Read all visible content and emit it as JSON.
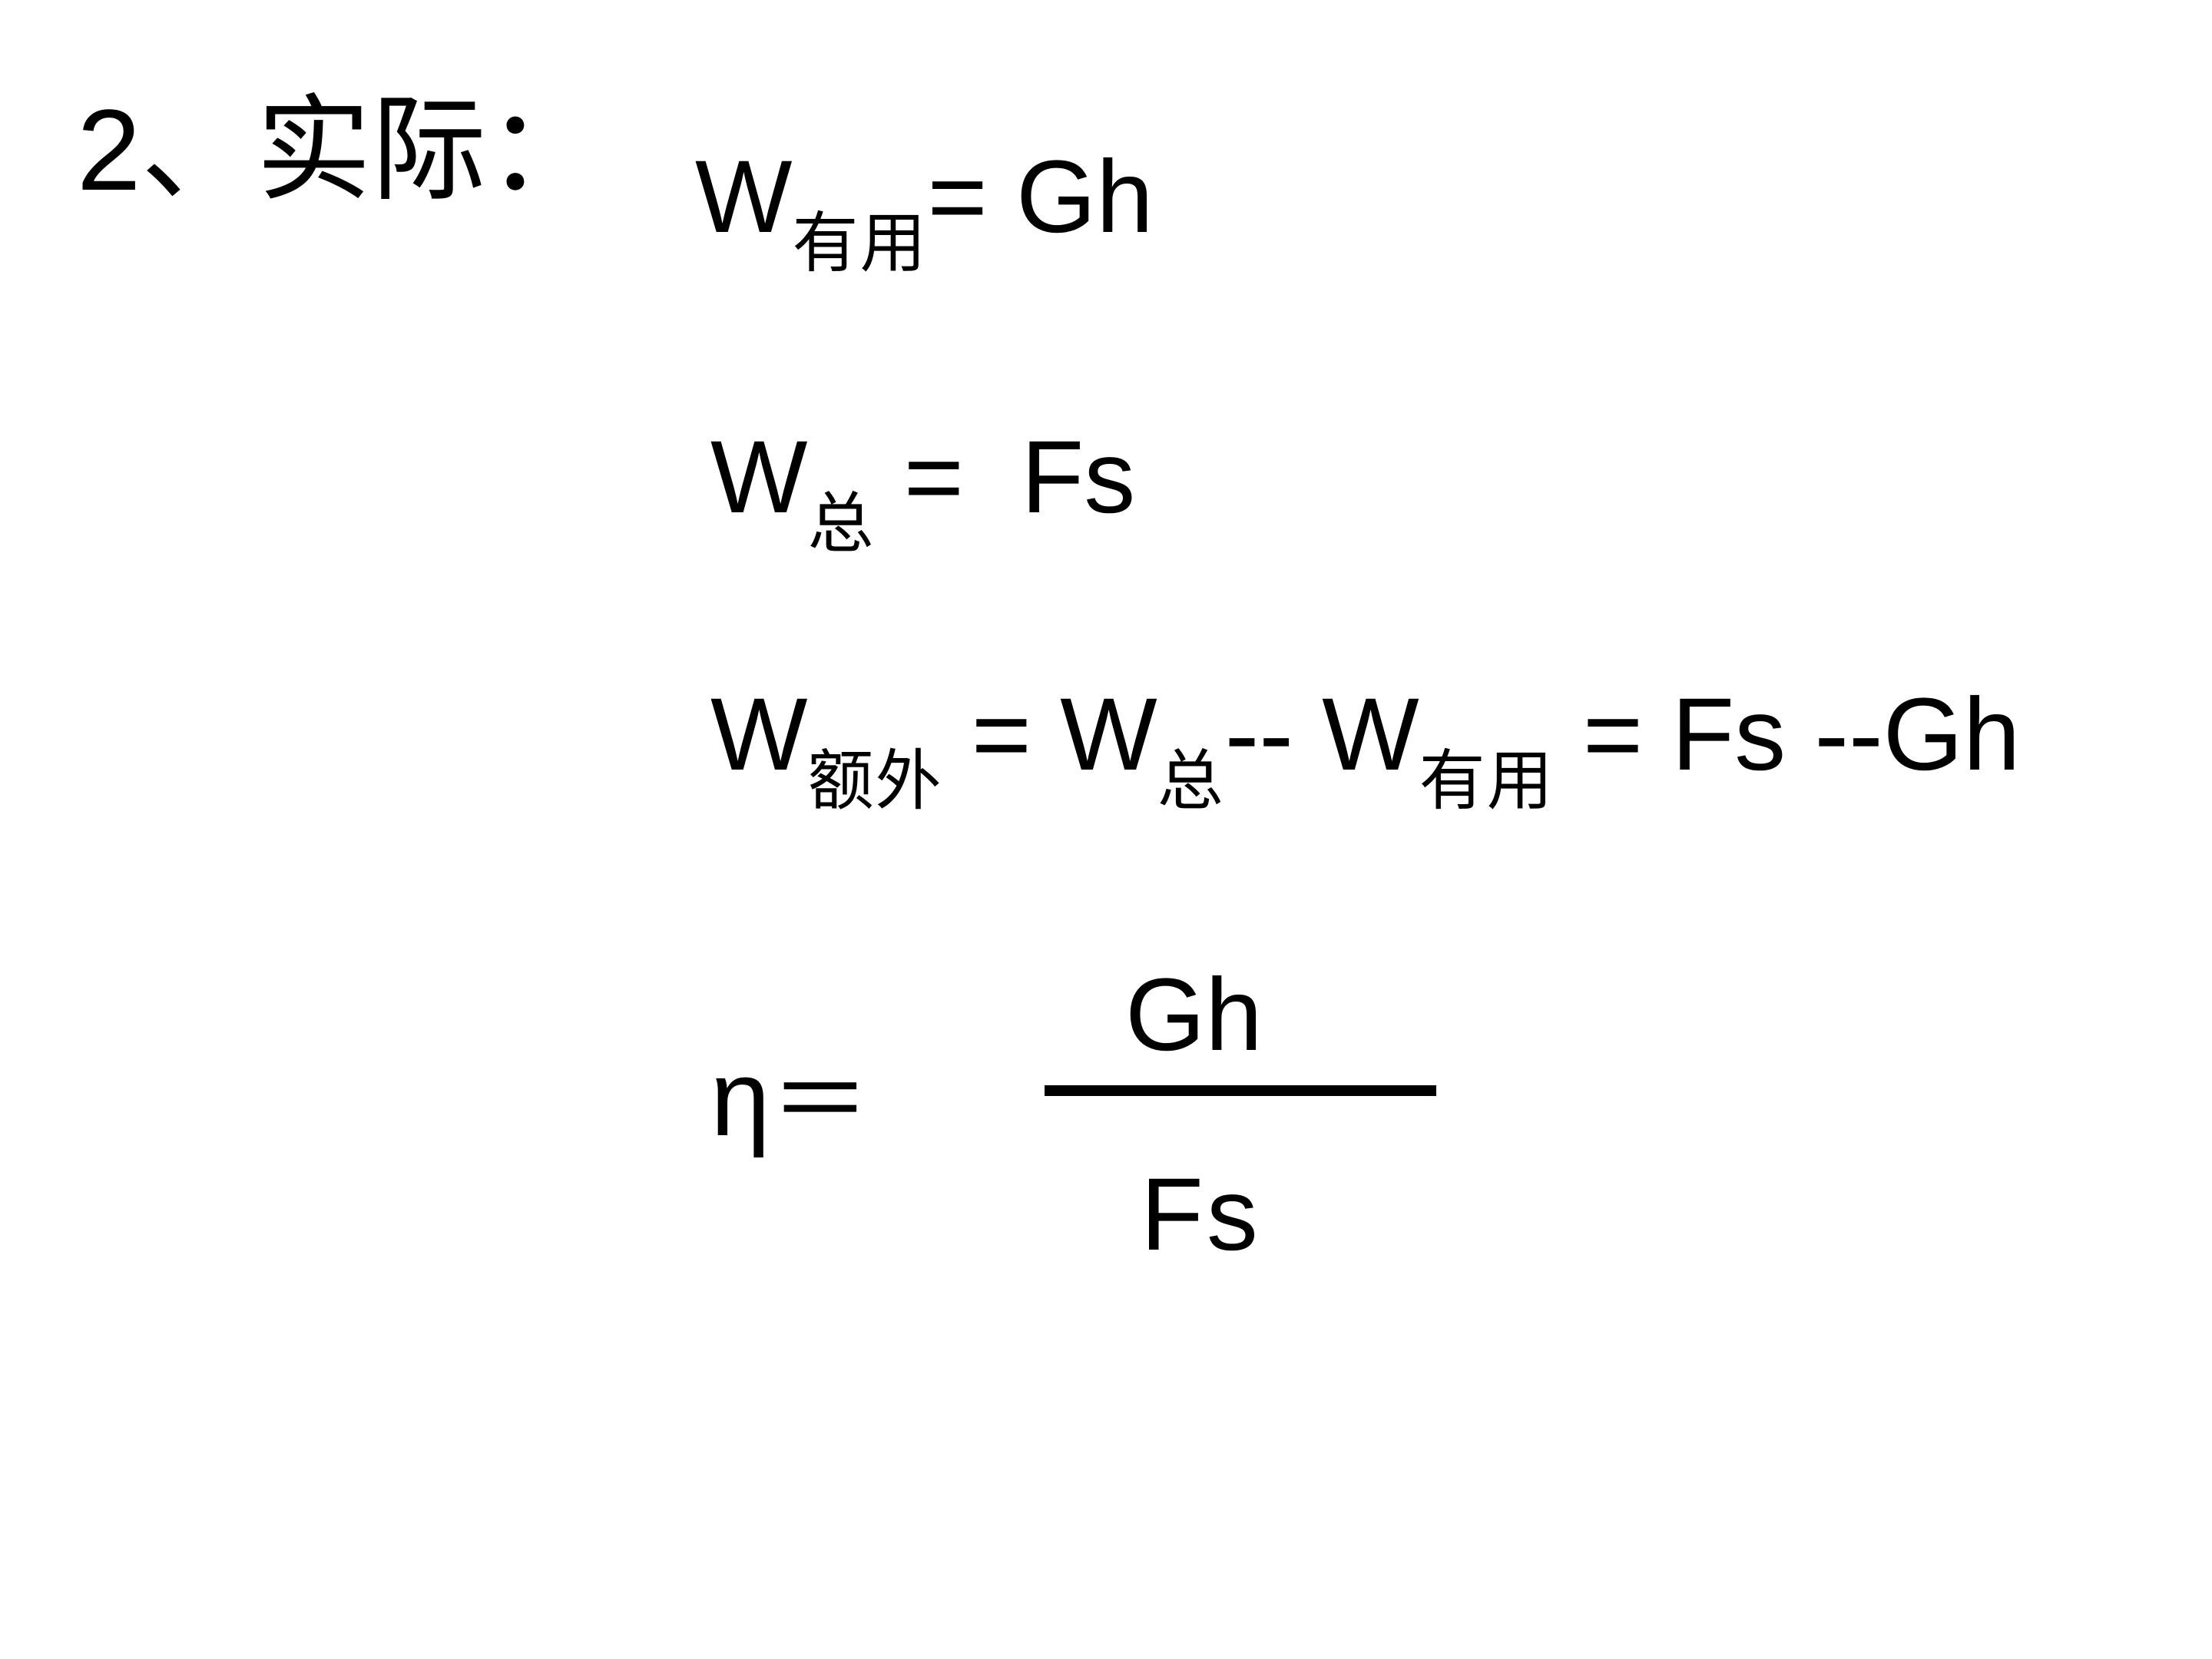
{
  "heading": {
    "number": "2、",
    "text": "实际："
  },
  "equations": {
    "useful_work": {
      "symbol": "W",
      "subscript": "有用",
      "rhs": "= Gh"
    },
    "total_work": {
      "symbol": "W",
      "subscript": "总",
      "rhs": " =  Fs"
    },
    "extra_work": {
      "symbol": "W",
      "subscript": "额外",
      "part1": " = W",
      "sub_total": "总",
      "part2": "-- W",
      "sub_useful": "有用",
      "part3": " = Fs --Gh"
    },
    "efficiency": {
      "symbol": "η",
      "equals": "＝",
      "numerator": "Gh",
      "denominator": "Fs"
    }
  }
}
